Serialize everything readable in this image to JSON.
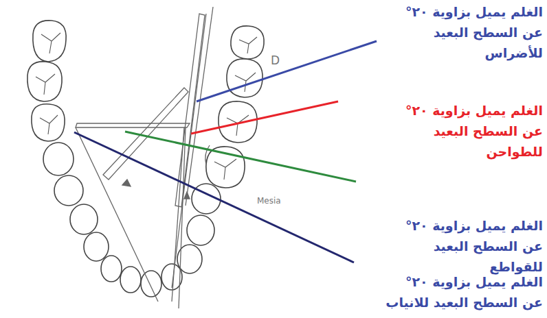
{
  "diagram": {
    "labels": [
      "الغلم يميل بزاوية ٢٠° عن السطح البعيد للأضراس",
      "D",
      "الغلم يميل بزاوية ٢٠° عن السطح البعيد للطواحن",
      "الغلم يميل بزاوية ٢٠° عن السطح البعيد للقواطع",
      "Mesia",
      "الغلم يميل بزاوية ٢٠° عن السطح البعيد للانياب"
    ]
  }
}
